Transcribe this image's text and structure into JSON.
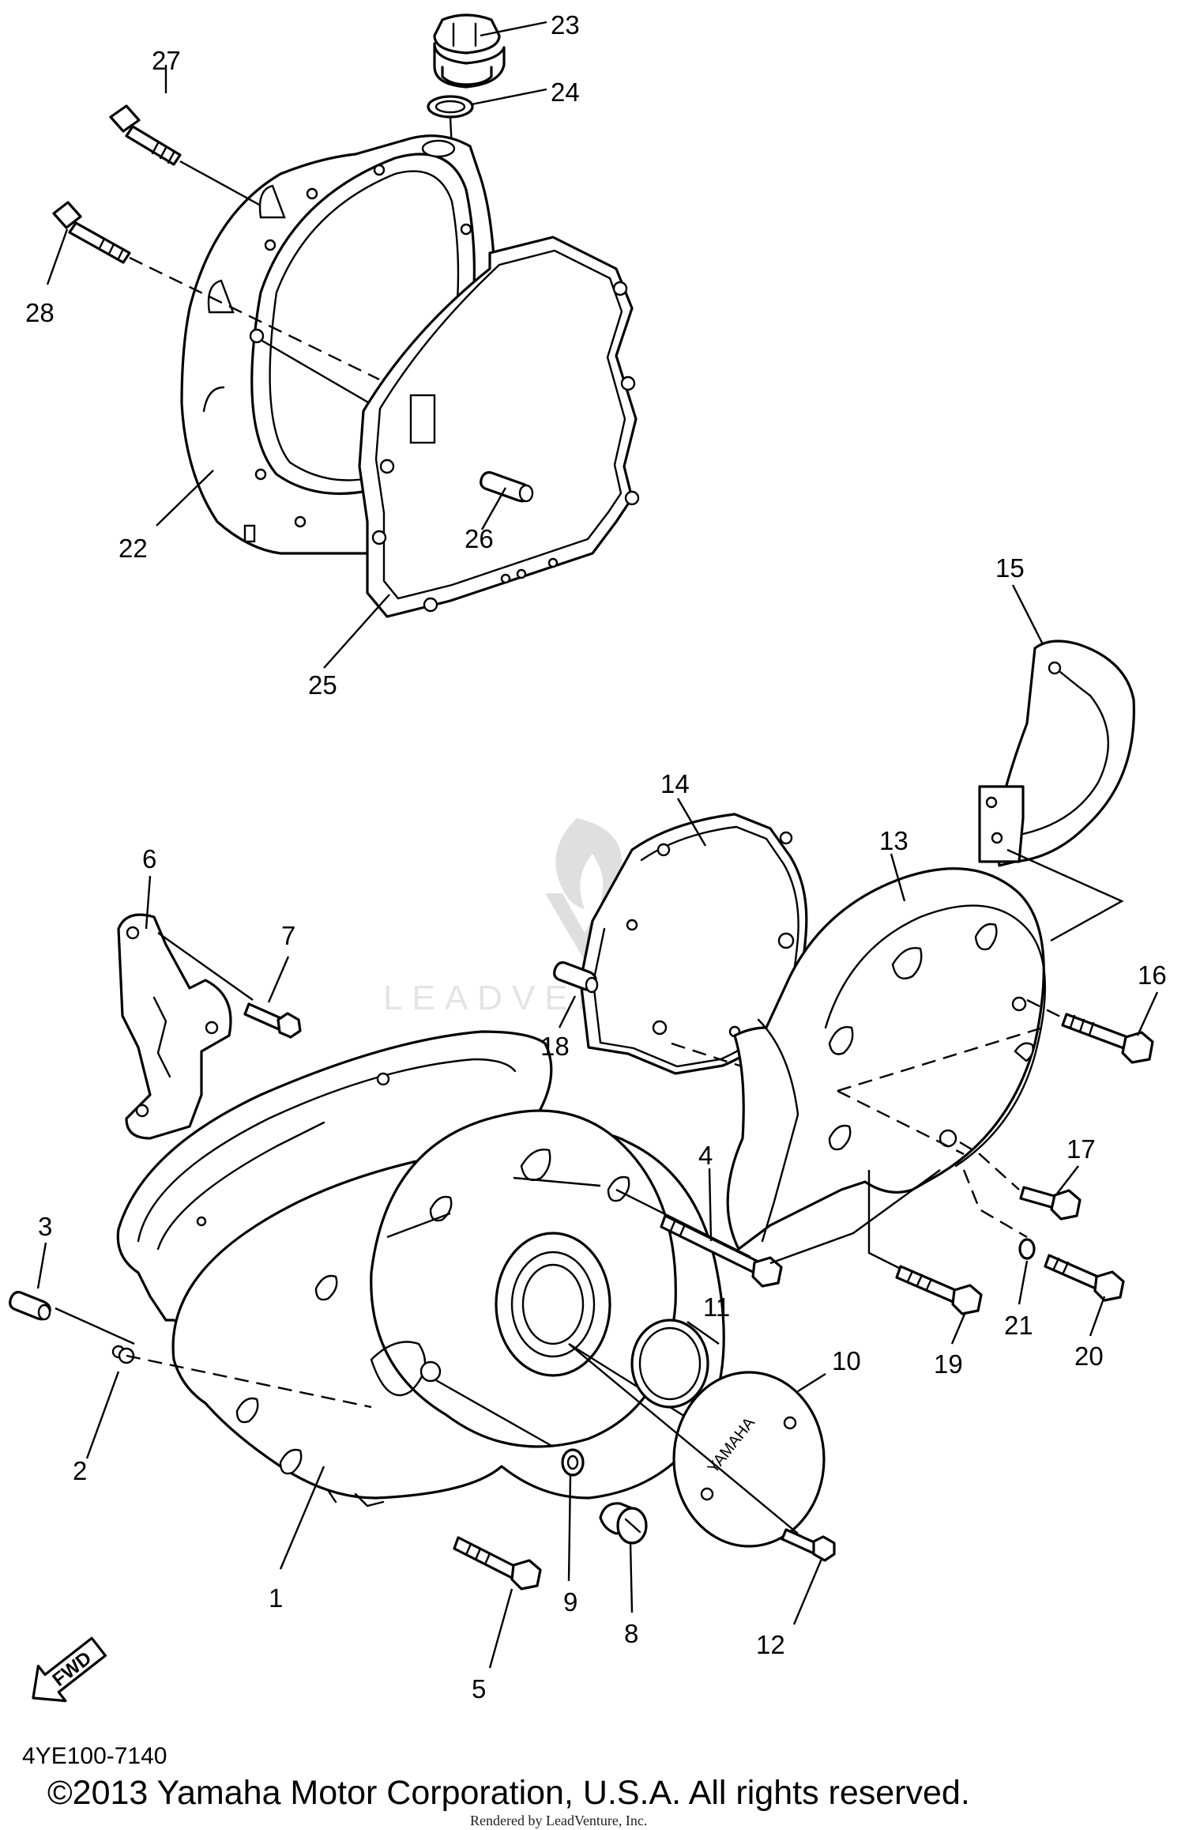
{
  "diagram": {
    "figure_code": "4YE100-7140",
    "copyright": "©2013 Yamaha Motor Corporation, U.S.A. All rights reserved.",
    "render_note": "Rendered by LeadVenture, Inc.",
    "watermark": "LEADVENTURE",
    "direction_marker": "FWD",
    "cover_emboss": "YAMAHA",
    "callouts": [
      {
        "id": "1",
        "label": "1"
      },
      {
        "id": "2",
        "label": "2"
      },
      {
        "id": "3",
        "label": "3"
      },
      {
        "id": "4",
        "label": "4"
      },
      {
        "id": "5",
        "label": "5"
      },
      {
        "id": "6",
        "label": "6"
      },
      {
        "id": "7",
        "label": "7"
      },
      {
        "id": "8",
        "label": "8"
      },
      {
        "id": "9",
        "label": "9"
      },
      {
        "id": "10",
        "label": "10"
      },
      {
        "id": "11",
        "label": "11"
      },
      {
        "id": "12",
        "label": "12"
      },
      {
        "id": "13",
        "label": "13"
      },
      {
        "id": "14",
        "label": "14"
      },
      {
        "id": "15",
        "label": "15"
      },
      {
        "id": "16",
        "label": "16"
      },
      {
        "id": "17",
        "label": "17"
      },
      {
        "id": "18",
        "label": "18"
      },
      {
        "id": "19",
        "label": "19"
      },
      {
        "id": "20",
        "label": "20"
      },
      {
        "id": "21",
        "label": "21"
      },
      {
        "id": "22",
        "label": "22"
      },
      {
        "id": "23",
        "label": "23"
      },
      {
        "id": "24",
        "label": "24"
      },
      {
        "id": "25",
        "label": "25"
      },
      {
        "id": "26",
        "label": "26"
      },
      {
        "id": "27",
        "label": "27"
      },
      {
        "id": "28",
        "label": "28"
      }
    ]
  }
}
